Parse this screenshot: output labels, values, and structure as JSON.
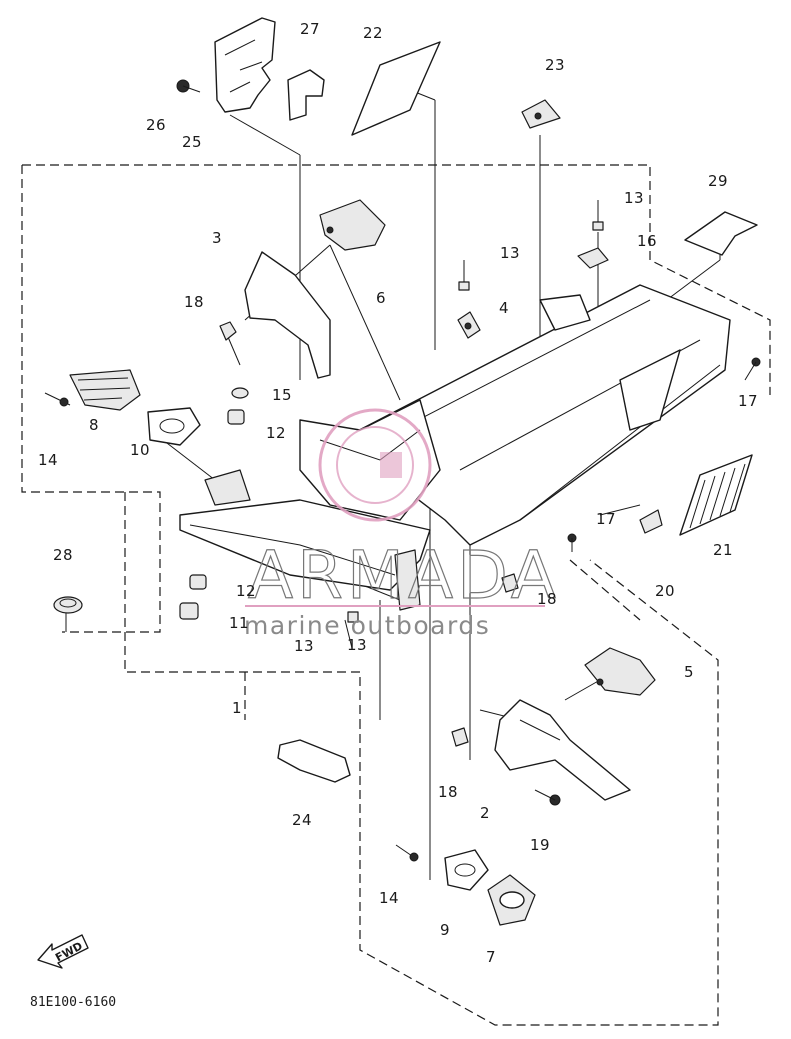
{
  "diagram": {
    "callouts": [
      "1",
      "2",
      "3",
      "4",
      "5",
      "6",
      "7",
      "8",
      "9",
      "10",
      "11",
      "12",
      "12",
      "13",
      "13",
      "13",
      "13",
      "14",
      "14",
      "15",
      "16",
      "17",
      "17",
      "18",
      "18",
      "18",
      "19",
      "20",
      "21",
      "22",
      "23",
      "24",
      "25",
      "26",
      "27",
      "28",
      "29"
    ],
    "drawing_code": "81E100-6160",
    "fwd_label": "FWD"
  },
  "watermark": {
    "brand": "ARMADA",
    "tagline": "marine outboards",
    "accent_color": "#e0a0c0"
  }
}
